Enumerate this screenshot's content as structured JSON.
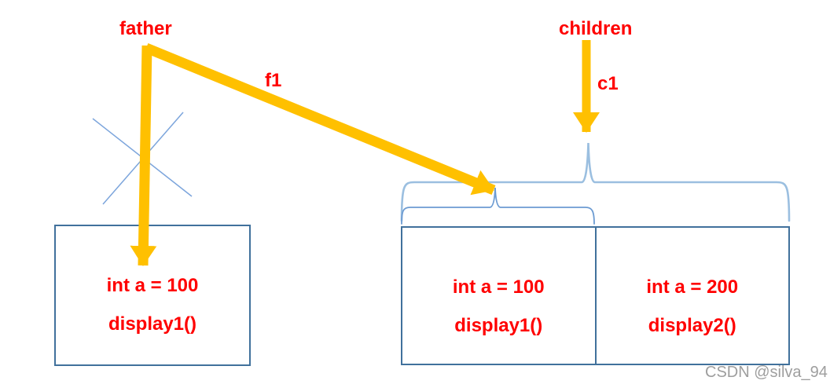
{
  "labels": {
    "father": "father",
    "children": "children",
    "father_ref": "f1",
    "children_ref": "c1"
  },
  "father_object": {
    "fields": [
      "int a = 100",
      "display1()"
    ]
  },
  "children_object": {
    "inherited_part": [
      "int a = 100",
      "display1()"
    ],
    "child_part": [
      "int a = 200",
      "display2()"
    ]
  },
  "watermark": "CSDN @silva_94",
  "colors": {
    "label_text": "#FF0000",
    "member_text": "#FF0000",
    "arrow": "#FFC000",
    "box_border": "#41719C",
    "large_brace": "#9BBFE0",
    "small_brace": "#6C9BD2",
    "cross_mark": "#7CA5DC",
    "watermark_text": "#9E9E9E"
  }
}
